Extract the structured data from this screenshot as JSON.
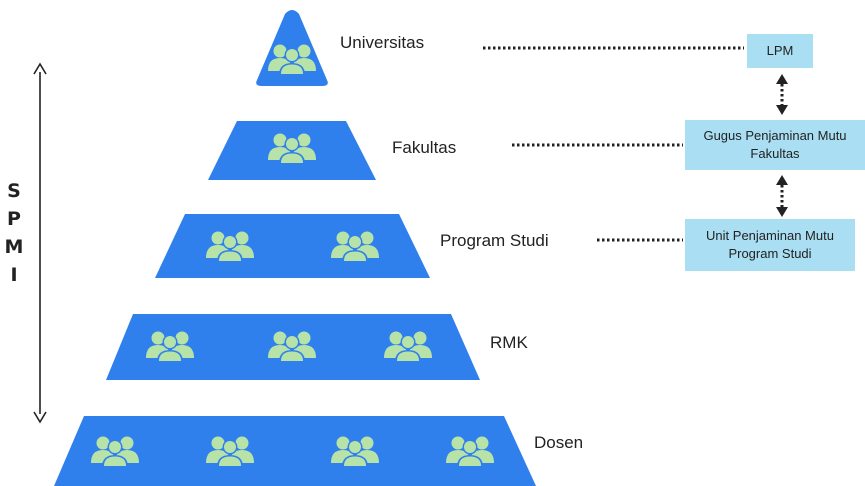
{
  "levels": [
    {
      "label": "Universitas",
      "icon_count": 1
    },
    {
      "label": "Fakultas",
      "icon_count": 1
    },
    {
      "label": "Program Studi",
      "icon_count": 2
    },
    {
      "label": "RMK",
      "icon_count": 3
    },
    {
      "label": "Dosen",
      "icon_count": 4
    }
  ],
  "side_label": [
    "S",
    "P",
    "M",
    "I"
  ],
  "boxes": {
    "lpm": {
      "line1": "LPM"
    },
    "gugus": {
      "line1": "Gugus Penjaminan Mutu",
      "line2": "Fakultas"
    },
    "unit": {
      "line1": "Unit Penjaminan Mutu",
      "line2": "Program Studi"
    }
  },
  "colors": {
    "pyramid": "#2f80ed",
    "icon": "#b8e3a8",
    "box": "#aadff3"
  },
  "icon_name": "group-users-icon"
}
